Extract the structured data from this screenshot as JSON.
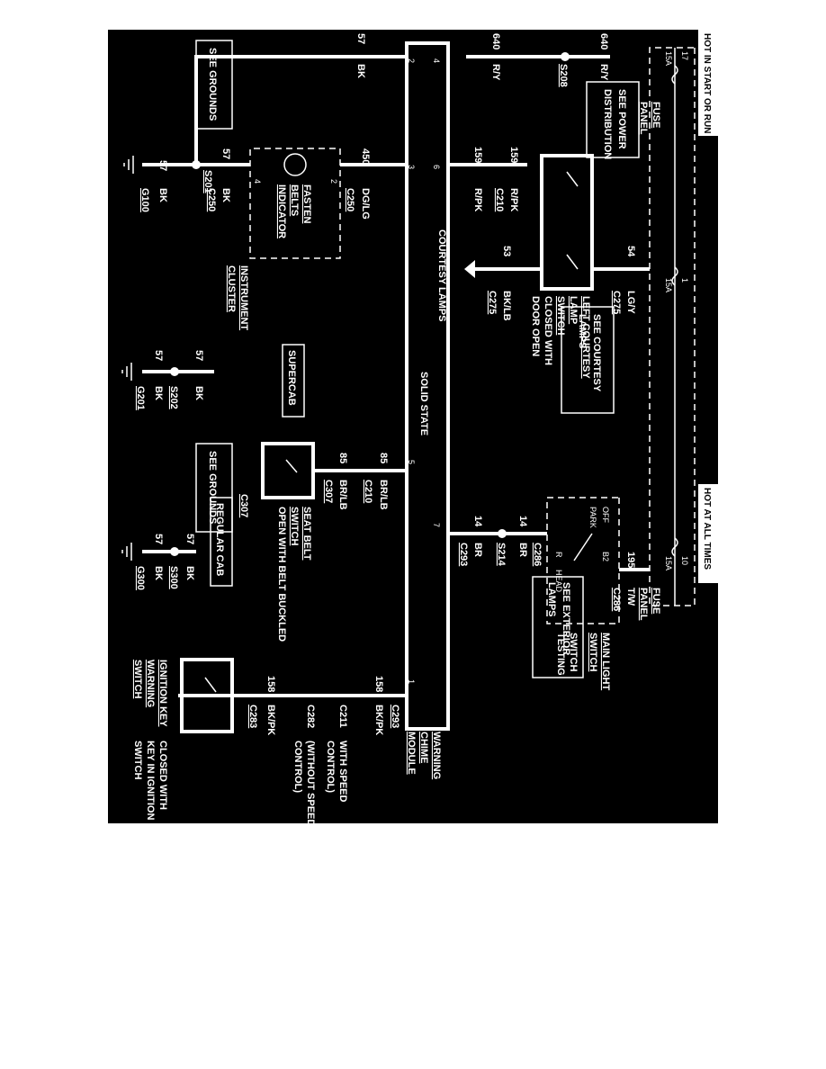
{
  "colors": {
    "background": "#000000",
    "foreground": "#ffffff",
    "page": "#ffffff"
  },
  "headers": {
    "hot_start_run": "HOT IN START OR RUN",
    "hot_all_times": "HOT AT ALL TIMES"
  },
  "fuse_panel": {
    "label_a": "FUSE",
    "label_b": "PANEL",
    "fuse17": "17",
    "fuse17_rating": "15A",
    "fuse1": "1",
    "fuse1_rating": "15A",
    "fuse10": "10",
    "fuse10_rating": "15A"
  },
  "boxes": {
    "see_power_dist_a": "SEE POWER",
    "see_power_dist_b": "DISTRIBUTION",
    "see_courtesy_a": "SEE COURTESY",
    "see_courtesy_b": "LAMPS",
    "see_exterior_a": "SEE EXTERIOR",
    "see_exterior_b": "LAMPS",
    "see_grounds_1": "SEE GROUNDS",
    "see_grounds_2": "SEE GROUNDS",
    "supercab": "SUPERCAB",
    "regular_cab": "REGULAR CAB"
  },
  "wires": {
    "w640_a": "640",
    "w640_a_color": "R/Y",
    "w640_b": "640",
    "w640_b_color": "R/Y",
    "w57_a": "57",
    "w57_a_color": "BK",
    "w57_b": "57",
    "w57_b_color": "BK",
    "w57_c": "57",
    "w57_c_color": "BK",
    "w57_d": "57",
    "w57_d_color": "BK",
    "w57_e": "57",
    "w57_e_color": "BK",
    "w57_f": "57",
    "w57_f_color": "BK",
    "w57_g": "57",
    "w57_g_color": "BK",
    "w450": "450",
    "w450_color": "DG/LG",
    "w159_a": "159",
    "w159_a_color": "R/PK",
    "w159_b": "159",
    "w159_b_color": "R/PK",
    "w53": "53",
    "w53_color": "BK/LB",
    "w54": "54",
    "w54_color": "LG/Y",
    "w85_a": "85",
    "w85_a_color": "BR/LB",
    "w85_b": "85",
    "w85_b_color": "BR/LB",
    "w195": "195",
    "w195_color": "T/W",
    "w14_a": "14",
    "w14_a_color": "BR",
    "w14_b": "14",
    "w14_b_color": "BR",
    "w158_a": "158",
    "w158_a_color": "BK/PK",
    "w158_b": "158",
    "w158_b_color": "BK/PK"
  },
  "splices": {
    "s208": "S208",
    "s201": "S201",
    "s202": "S202",
    "s300": "S300",
    "s214": "S214"
  },
  "grounds": {
    "g100": "G100",
    "g201": "G201",
    "g300": "G300"
  },
  "connectors": {
    "c250_a": "C250",
    "c250_b": "C250",
    "c210_a": "C210",
    "c210_b": "C210",
    "c275_a": "C275",
    "c275_b": "C275",
    "c307_a": "C307",
    "c307_b": "C307",
    "c286_a": "C286",
    "c286_b": "C286",
    "c293_a": "C293",
    "c293_b": "C293",
    "c211": "C211",
    "c282": "C282",
    "c283": "C283"
  },
  "module": {
    "label": "SOLID STATE",
    "name_a": "WARNING",
    "name_b": "CHIME",
    "name_c": "MODULE",
    "pin4": "4",
    "pin2": "2",
    "pin3": "3",
    "pin6": "6",
    "pin5": "5",
    "pin7": "7",
    "pin1": "1"
  },
  "cluster": {
    "a": "FASTEN",
    "b": "BELTS",
    "c": "INDICATOR",
    "d": "INSTRUMENT",
    "e": "CLUSTER",
    "pin2": "2",
    "pin4": "4"
  },
  "courtesy_lamps": "COURTESY LAMPS",
  "left_courtesy": {
    "a": "LEFT COURTESY",
    "b": "LAMP",
    "c": "SWITCH",
    "d": "CLOSED WITH",
    "e": "DOOR OPEN"
  },
  "seat_belt": {
    "a": "SEAT BELT",
    "b": "SWITCH",
    "c": "OPEN WITH BELT BUCKLED"
  },
  "main_light": {
    "a": "MAIN LIGHT",
    "b": "SWITCH",
    "c": "SWITCH",
    "d": "TESTING",
    "off": "OFF",
    "park": "PARK",
    "head": "HEAD",
    "r": "R",
    "b2": "B2"
  },
  "speed_control": {
    "with_a": "WITH SPEED",
    "with_b": "CONTROL)",
    "without_a": "(WITHOUT SPEED",
    "without_b": "CONTROL)"
  },
  "ignition_key": {
    "a": "IGNITION KEY",
    "b": "WARNING",
    "c": "SWITCH",
    "d": "CLOSED WITH",
    "e": "KEY IN IGNITION",
    "f": "SWITCH"
  }
}
